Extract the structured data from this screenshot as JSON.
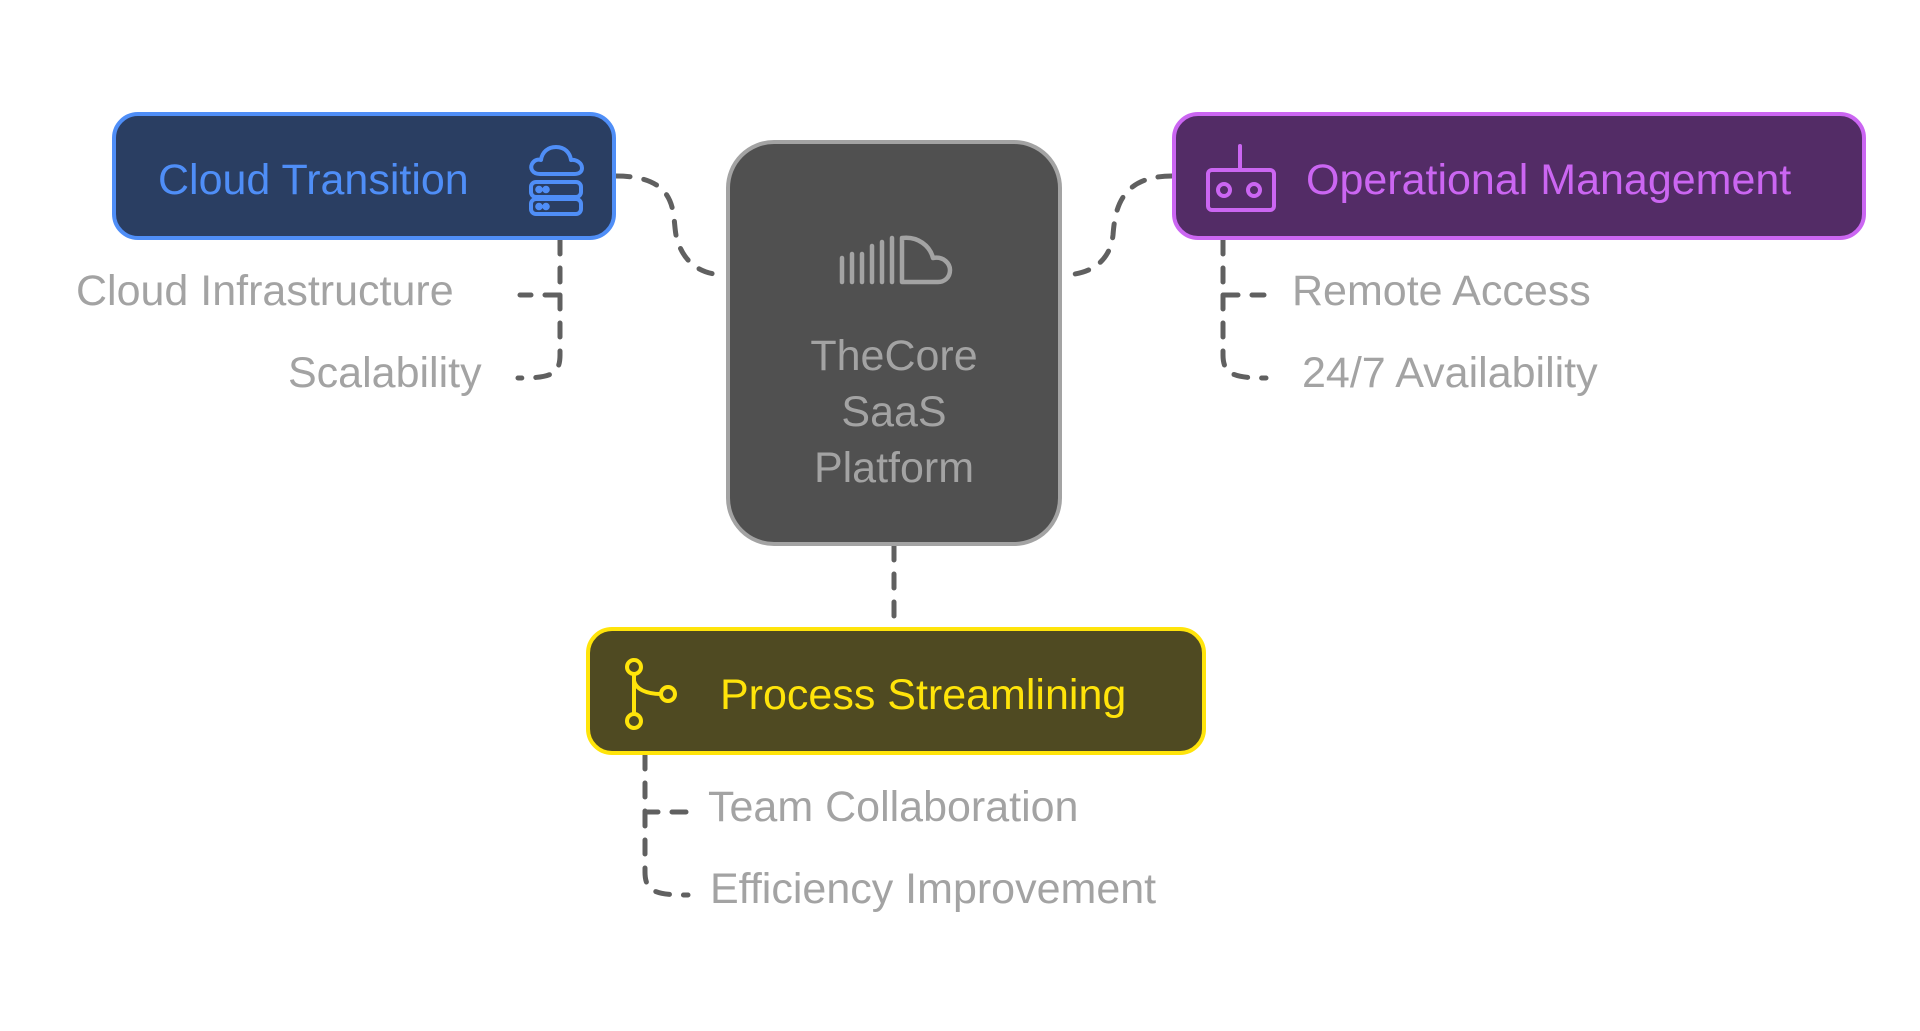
{
  "diagram": {
    "type": "mind-map",
    "center": {
      "label_lines": [
        "TheCore",
        "SaaS",
        "Platform"
      ],
      "icon": "soundcloud-cloud-icon",
      "colors": {
        "fill": "#505050",
        "border": "#a3a3a3",
        "text": "#a3a3a3"
      }
    },
    "branches": [
      {
        "id": "cloud",
        "title": "Cloud Transition",
        "icon": "cloud-server-icon",
        "colors": {
          "fill": "#2a3e62",
          "border": "#4f8ef7",
          "text": "#4f8ef7"
        },
        "children": [
          "Cloud Infrastructure",
          "Scalability"
        ]
      },
      {
        "id": "ops",
        "title": "Operational Management",
        "icon": "remote-control-icon",
        "colors": {
          "fill": "#532c66",
          "border": "#cb66f2",
          "text": "#cb66f2"
        },
        "children": [
          "Remote Access",
          "24/7 Availability"
        ]
      },
      {
        "id": "proc",
        "title": "Process Streamlining",
        "icon": "git-branch-icon",
        "colors": {
          "fill": "#4f4a22",
          "border": "#ffe40a",
          "text": "#ffe40a"
        },
        "children": [
          "Team Collaboration",
          "Efficiency Improvement"
        ]
      }
    ],
    "connector_color": "#606060",
    "child_text_color": "#a3a3a3"
  }
}
